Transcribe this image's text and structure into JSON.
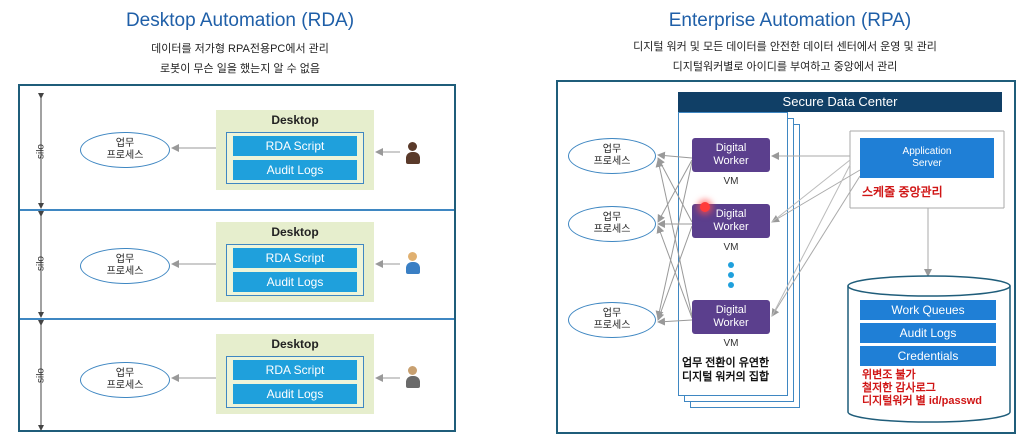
{
  "left": {
    "title": "Desktop Automation (RDA)",
    "subtitle1": "데이터를 저가형 RPA전용PC에서 관리",
    "subtitle2": "로봇이 무슨 일을 했는지 알 수 없음",
    "rows": [
      {
        "silo": "silo",
        "process_line1": "업무",
        "process_line2": "프로세스",
        "desktop": "Desktop",
        "script": "RDA Script",
        "logs": "Audit Logs",
        "person_color": "#5a3a2a"
      },
      {
        "silo": "silo",
        "process_line1": "업무",
        "process_line2": "프로세스",
        "desktop": "Desktop",
        "script": "RDA Script",
        "logs": "Audit Logs",
        "person_color": "#3a7fc4"
      },
      {
        "silo": "silo",
        "process_line1": "업무",
        "process_line2": "프로세스",
        "desktop": "Desktop",
        "script": "RDA Script",
        "logs": "Audit Logs",
        "person_color": "#6a6a6a"
      }
    ]
  },
  "right": {
    "title": "Enterprise Automation (RPA)",
    "subtitle1": "디지털 워커 및 모든 데이터를 안전한 데이터 센터에서 운영 및 관리",
    "subtitle2": "디지털워커별로 아이디를 부여하고 중앙에서 관리",
    "secure_dc": "Secure Data Center",
    "processes": [
      {
        "line1": "업무",
        "line2": "프로세스"
      },
      {
        "line1": "업무",
        "line2": "프로세스"
      },
      {
        "line1": "업무",
        "line2": "프로세스"
      }
    ],
    "workers": [
      {
        "line1": "Digital",
        "line2": "Worker",
        "vm": "VM"
      },
      {
        "line1": "Digital",
        "line2": "Worker",
        "vm": "VM"
      },
      {
        "line1": "Digital",
        "line2": "Worker",
        "vm": "VM"
      }
    ],
    "worker_set_line1": "업무 전환이 유연한",
    "worker_set_line2": "디지털 워커의 집합",
    "app_server_line1": "Application",
    "app_server_line2": "Server",
    "schedule_label": "스케줄 중앙관리",
    "db_items": [
      "Work Queues",
      "Audit Logs",
      "Credentials"
    ],
    "db_notes": [
      "위변조 불가",
      "철저한 감사로그",
      "디지털워커 별 id/passwd"
    ]
  },
  "colors": {
    "accent_blue": "#1fa0dc",
    "navy": "#103f66",
    "worker_purple": "#5b3f8d",
    "note_red": "#d01515"
  }
}
